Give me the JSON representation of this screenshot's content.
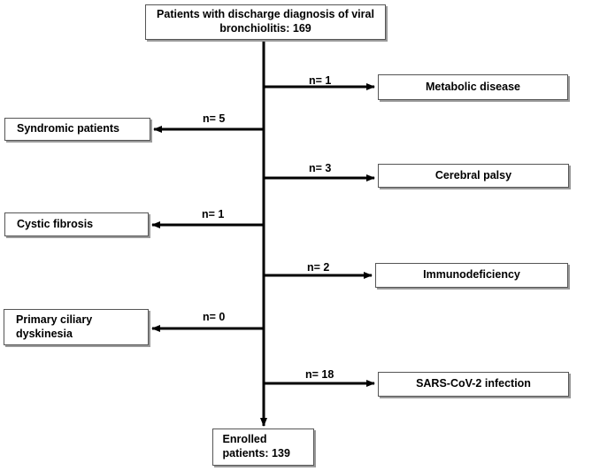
{
  "top_box": "Patients with discharge diagnosis of  viral bronchiolitis: 169",
  "right_branches": [
    {
      "count": "n= 1",
      "label": "Metabolic disease"
    },
    {
      "count": "n= 3",
      "label": "Cerebral palsy"
    },
    {
      "count": "n= 2",
      "label": "Immunodeficiency"
    },
    {
      "count": "n= 18",
      "label": "SARS-CoV-2 infection"
    }
  ],
  "left_branches": [
    {
      "count": "n= 5",
      "label": "Syndromic patients"
    },
    {
      "count": "n= 1",
      "label": "Cystic fibrosis"
    },
    {
      "count": "n= 0",
      "label": "Primary ciliary dyskinesia"
    }
  ],
  "bottom_box": "Enrolled patients: 139"
}
